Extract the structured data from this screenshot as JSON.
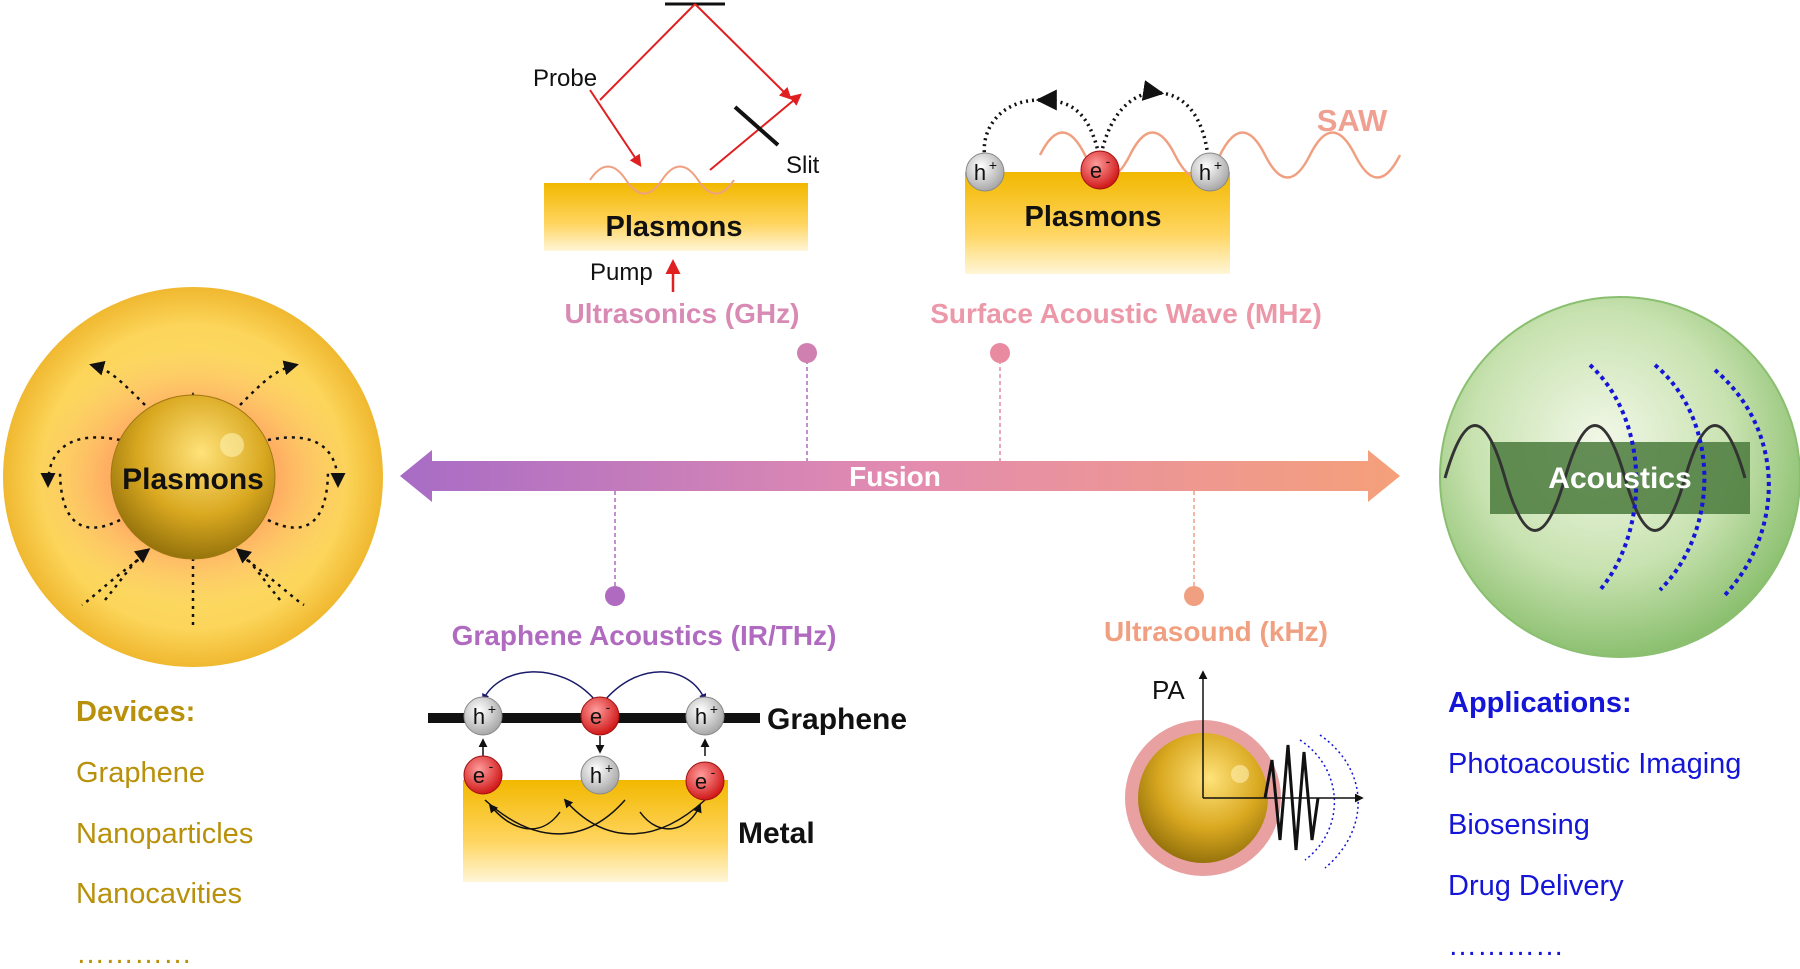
{
  "center": {
    "fusion_label": "Fusion"
  },
  "left_sphere": {
    "label": "Plasmons"
  },
  "right_sphere": {
    "label": "Acoustics"
  },
  "ultrasonics": {
    "title": "Ultrasonics (GHz)",
    "probe": "Probe",
    "slit": "Slit",
    "pump": "Pump",
    "block": "Plasmons"
  },
  "saw": {
    "title": "Surface Acoustic Wave (MHz)",
    "saw_label": "SAW",
    "block": "Plasmons",
    "hole": "h",
    "hole_sup": "+",
    "electron": "e",
    "electron_sup": "-"
  },
  "graphene": {
    "title": "Graphene Acoustics (IR/THz)",
    "graphene_label": "Graphene",
    "metal_label": "Metal",
    "hole": "h",
    "hole_sup": "+",
    "electron": "e",
    "electron_sup": "-"
  },
  "ultrasound": {
    "title": "Ultrasound (kHz)",
    "axis_label": "PA"
  },
  "devices": {
    "heading": "Devices:",
    "items": [
      "Graphene",
      "Nanoparticles",
      "Nanocavities",
      "…………"
    ]
  },
  "applications": {
    "heading": "Applications:",
    "items": [
      "Photoacoustic Imaging",
      "Biosensing",
      "Drug Delivery",
      "…………"
    ]
  },
  "colors": {
    "gold": "#b8900a",
    "blue": "#1515d8",
    "purple": "#b06ac0",
    "pink": "#e08aa8",
    "salmon": "#f0a080",
    "red": "#e02020"
  }
}
